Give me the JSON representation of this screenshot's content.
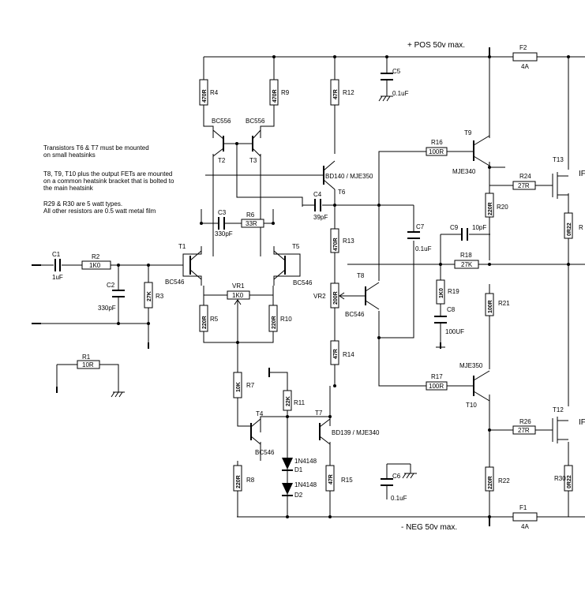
{
  "rails": {
    "pos": "+ POS 50v max.",
    "neg": "- NEG 50v max."
  },
  "notes": [
    "Transistors T6 & T7 must be mounted",
    "on small heatsinks",
    "T8, T9, T10 plus the output FETs are mounted",
    "on a common heatsink bracket that is bolted to",
    "the main heatsink",
    "R29 & R30 are 5 watt types.",
    "All other resistors are 0.5 watt metal film"
  ],
  "resistors": [
    {
      "id": "R1",
      "value": "10R",
      "orient": "h"
    },
    {
      "id": "R2",
      "value": "1K0",
      "orient": "h"
    },
    {
      "id": "R3",
      "value": "27K",
      "orient": "v"
    },
    {
      "id": "R4",
      "value": "470R",
      "orient": "v"
    },
    {
      "id": "R5",
      "value": "220R",
      "orient": "v"
    },
    {
      "id": "R6",
      "value": "33R",
      "orient": "h"
    },
    {
      "id": "R7",
      "value": "10K",
      "orient": "v"
    },
    {
      "id": "R8",
      "value": "220R",
      "orient": "v"
    },
    {
      "id": "R9",
      "value": "470R",
      "orient": "v"
    },
    {
      "id": "R10",
      "value": "220R",
      "orient": "v"
    },
    {
      "id": "R11",
      "value": "22K",
      "orient": "v"
    },
    {
      "id": "R12",
      "value": "47R",
      "orient": "v"
    },
    {
      "id": "R13",
      "value": "470R",
      "orient": "v"
    },
    {
      "id": "R14",
      "value": "47R",
      "orient": "v"
    },
    {
      "id": "R15",
      "value": "47R",
      "orient": "v"
    },
    {
      "id": "R16",
      "value": "100R",
      "orient": "h"
    },
    {
      "id": "R17",
      "value": "100R",
      "orient": "h"
    },
    {
      "id": "R18",
      "value": "27K",
      "orient": "h"
    },
    {
      "id": "R19",
      "value": "1K0",
      "orient": "v"
    },
    {
      "id": "R20",
      "value": "220R",
      "orient": "v"
    },
    {
      "id": "R21",
      "value": "100R",
      "orient": "v"
    },
    {
      "id": "R22",
      "value": "220R",
      "orient": "v"
    },
    {
      "id": "R24",
      "value": "27R",
      "orient": "h"
    },
    {
      "id": "R26",
      "value": "27R",
      "orient": "h"
    },
    {
      "id": "R",
      "value": "0R22",
      "orient": "v"
    },
    {
      "id": "R30",
      "value": "0R22",
      "orient": "v"
    }
  ],
  "trimmers": [
    {
      "id": "VR1",
      "value": "1K0"
    },
    {
      "id": "VR2",
      "value": "200R"
    }
  ],
  "capacitors": [
    {
      "id": "C1",
      "value": "1uF"
    },
    {
      "id": "C2",
      "value": "330pF"
    },
    {
      "id": "C3",
      "value": "330pF"
    },
    {
      "id": "C4",
      "value": "39pF"
    },
    {
      "id": "C5",
      "value": "0.1uF"
    },
    {
      "id": "C6",
      "value": "0.1uF"
    },
    {
      "id": "C7",
      "value": "0.1uF"
    },
    {
      "id": "C8",
      "value": "100UF"
    },
    {
      "id": "C9",
      "value": "10pF"
    }
  ],
  "fuses": [
    {
      "id": "F2",
      "value": "4A"
    },
    {
      "id": "F1",
      "value": "4A"
    }
  ],
  "diodes": [
    {
      "id": "D1",
      "type": "1N4148"
    },
    {
      "id": "D2",
      "type": "1N4148"
    }
  ],
  "transistors": [
    {
      "id": "T1",
      "type": "BC546"
    },
    {
      "id": "T2",
      "type": "BC556"
    },
    {
      "id": "T3",
      "type": "BC556"
    },
    {
      "id": "T4",
      "type": "BC546"
    },
    {
      "id": "T5",
      "type": "BC546"
    },
    {
      "id": "T6",
      "type": "BD140 / MJE350"
    },
    {
      "id": "T7",
      "type": "BD139 / MJE340"
    },
    {
      "id": "T8",
      "type": "BC546"
    },
    {
      "id": "T9",
      "type": "MJE340"
    },
    {
      "id": "T10",
      "type": "MJE350"
    },
    {
      "id": "T13",
      "type": "IF"
    },
    {
      "id": "T12",
      "type": "IF"
    }
  ]
}
